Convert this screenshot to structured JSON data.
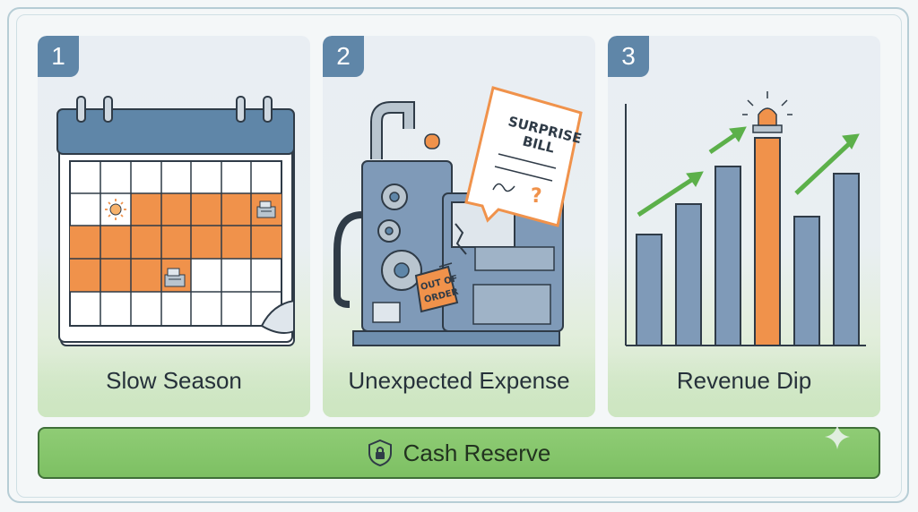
{
  "panels": [
    {
      "number": "1",
      "label": "Slow Season"
    },
    {
      "number": "2",
      "label": "Unexpected Expense",
      "bill_line1": "SURPRISE",
      "bill_line2": "BILL",
      "bill_mark": "?",
      "tag_line1": "OUT OF",
      "tag_line2": "ORDER"
    },
    {
      "number": "3",
      "label": "Revenue Dip"
    }
  ],
  "footer": {
    "label": "Cash Reserve",
    "icon": "shield-lock-icon"
  },
  "colors": {
    "accent": "#f0924b",
    "blue": "#7f9ab8",
    "dark_blue": "#5f86a8",
    "green": "#7dc063",
    "outline": "#2f3b47"
  }
}
